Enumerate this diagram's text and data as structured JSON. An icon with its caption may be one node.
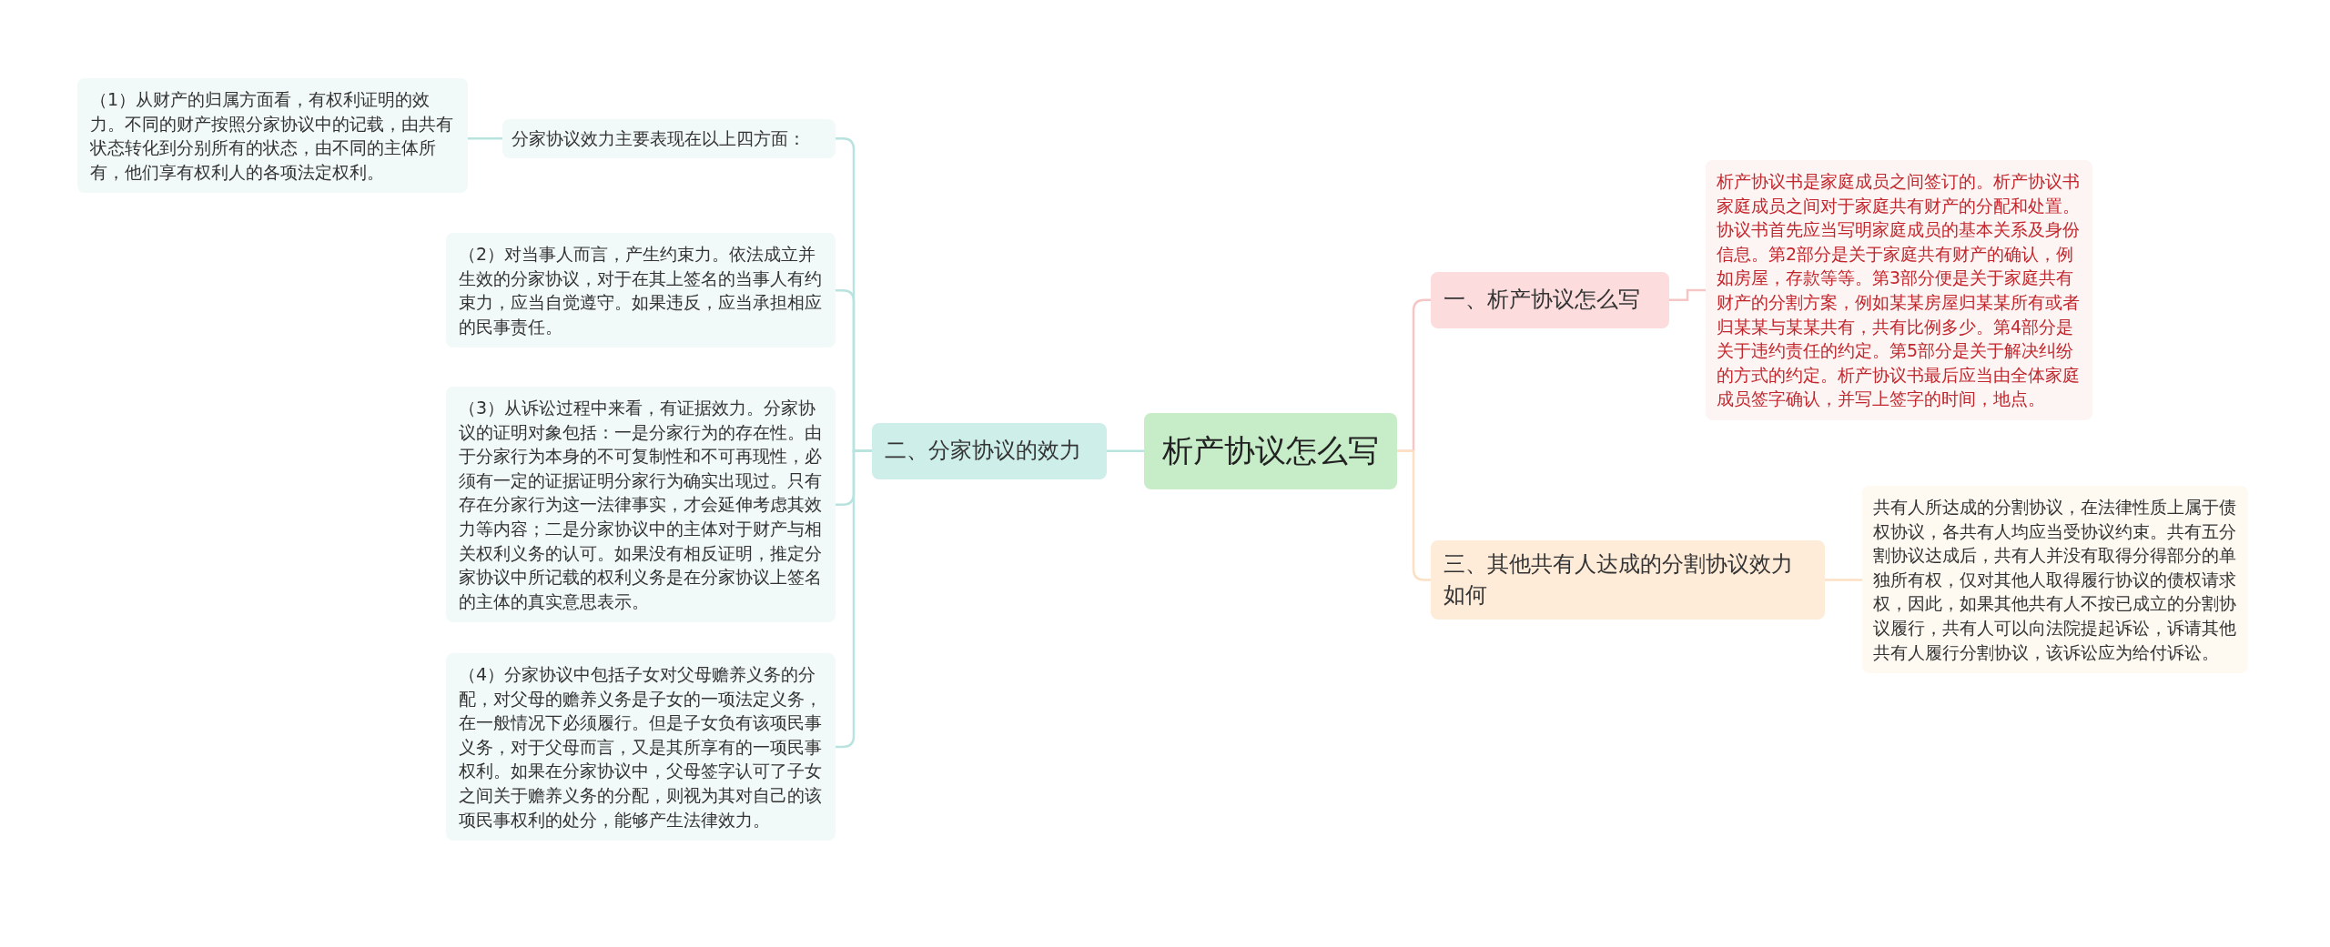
{
  "diagram": {
    "nodes": [
      {
        "text": [
          "析产协议怎么写"
        ]
      },
      {
        "text": [
          "一、析产协议怎么写"
        ]
      },
      {
        "text": [
          "析产协议书是家庭成员之间签订的。析产协议书家庭成员之间对于家庭共有财产的分配和处置。协议书首先应当写明家庭成员的基本关系及身份信息。第2部分是关于家庭共有财产的确认，例如房屋，存款等等。第3部分便是关于家庭共有财产的分割方案，例如某某房屋归某某所有或者归某某与某某共有，共有比例多少。第4部分是关于违约责任的约定。第5部分是关于解决纠纷的方式的约定。析产协议书最后应当由全体家庭成员签字确认，并写上签字的时间，地点。"
        ]
      },
      {
        "text": [
          "二、分家协议的效力"
        ]
      },
      {
        "text": [
          "分家协议效力主要表现在以上四方面："
        ]
      },
      {
        "text": [
          "（1）从财产的归属方面看，有权利证明的效力。不同的财产按照分家协议中的记载，由共有状态转化到分别所有的状态，由不同的主体所有，他们享有权利人的各项法定权利。"
        ]
      },
      {
        "text": [
          "（2）对当事人而言，产生约束力。依法成立并生效的分家协议，对于在其上签名的当事人有约束力，应当自觉遵守。如果违反，应当承担相应的民事责任。"
        ]
      },
      {
        "text": [
          "（3）从诉讼过程中来看，有证据效力。分家协议的证明对象包括：一是分家行为的存在性。由于分家行为本身的不可复制性和不可再现性，必须有一定的证据证明分家行为确实出现过。只有存在分家行为这一法律事实，才会延伸考虑其效力等内容；二是分家协议中的主体对于财产与相关权利义务的认可。如果没有相反证明，推定分家协议中所记载的权利义务是在分家协议上签名的主体的真实意思表示。"
        ]
      },
      {
        "text": [
          "（4）分家协议中包括子女对父母赡养义务的分配，对父母的赡养义务是子女的一项法定义务，在一般情况下必须履行。但是子女负有该项民事义务，对于父母而言，又是其所享有的一项民事权利。如果在分家协议中，父母签字认可了子女之间关于赡养义务的分配，则视为其对自己的该项民事权利的处分，能够产生法律效力。"
        ]
      },
      {
        "text": [
          "三、其他共有人达成的分割协议效力如何"
        ]
      },
      {
        "text": [
          "共有人所达成的分割协议，在法律性质上属于债权协议，各共有人均应当受协议约束。共有五分割协议达成后，共有人并没有取得分得部分的单独所有权，仅对其他人取得履行协议的债权请求权，因此，如果其他共有人不按已成立的分割协议履行，共有人可以向法院提起诉讼，诉请其他共有人履行分割协议，该诉讼应为给付诉讼。"
        ]
      }
    ],
    "edges": [
      {
        "from": 0,
        "to": 1,
        "arrow": "none",
        "color": "#f5c6c6"
      },
      {
        "from": 1,
        "to": 2,
        "arrow": "none",
        "color": "#f5c6c6"
      },
      {
        "from": 0,
        "to": 3,
        "arrow": "none"
      },
      {
        "from": 3,
        "to": 4,
        "arrow": "none"
      },
      {
        "from": 4,
        "to": 5,
        "arrow": "none"
      },
      {
        "from": 3,
        "to": 6,
        "arrow": "none"
      },
      {
        "from": 3,
        "to": 7,
        "arrow": "none"
      },
      {
        "from": 3,
        "to": 8,
        "arrow": "none"
      },
      {
        "from": 0,
        "to": 9,
        "arrow": "none",
        "color": "#fce0c4"
      },
      {
        "from": 9,
        "to": 10,
        "arrow": "none",
        "color": "#fce0c4"
      }
    ]
  }
}
